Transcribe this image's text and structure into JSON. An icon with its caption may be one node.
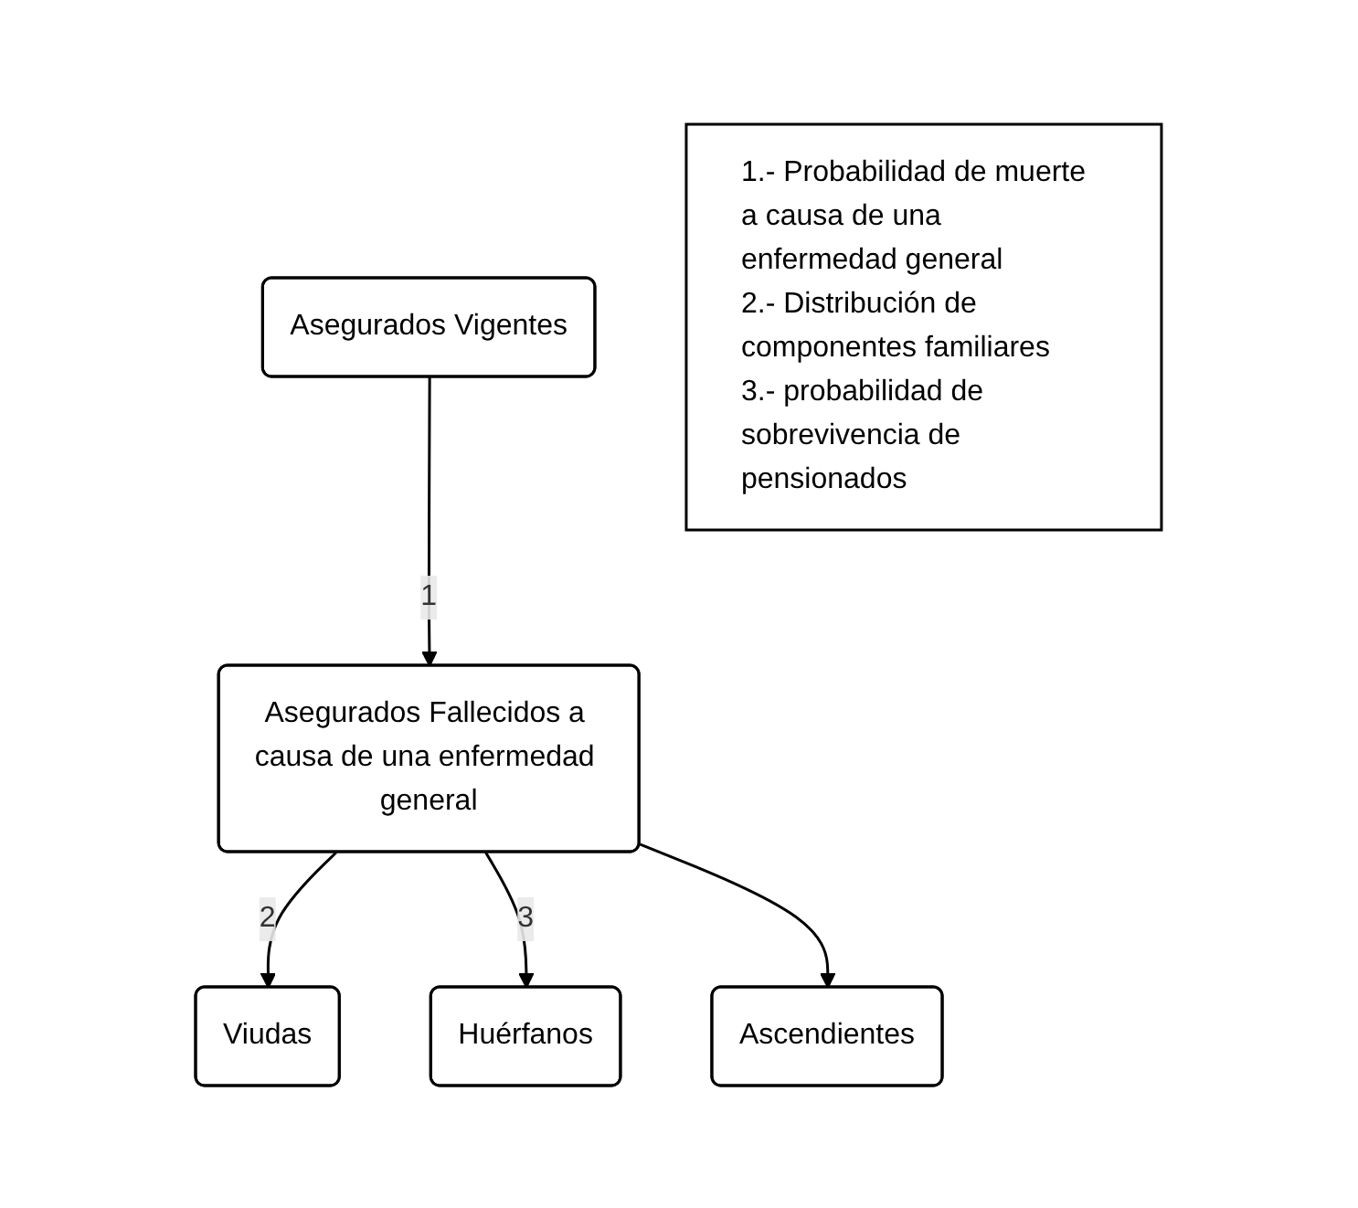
{
  "diagram": {
    "nodes": [
      {
        "text": [
          "Asegurados Vigentes"
        ]
      },
      {
        "text": [
          "Asegurados Fallecidos a causa de una enfermedad general"
        ]
      },
      {
        "text": [
          "Viudas"
        ]
      },
      {
        "text": [
          "Huérfanos"
        ]
      },
      {
        "text": [
          "Ascendientes"
        ]
      },
      {
        "text": [
          "1.- Probabilidad de muerte a causa de una enfermedad general",
          "2.- Distribución de componentes familiares",
          "3.- probabilidad de sobrevivencia de pensionados"
        ]
      }
    ],
    "edges": [
      {
        "from": 0,
        "to": 1,
        "arrow": "to",
        "label": "1"
      },
      {
        "from": 1,
        "to": 2,
        "arrow": "to",
        "label": "2"
      },
      {
        "from": 1,
        "to": 3,
        "arrow": "to",
        "label": "3"
      },
      {
        "from": 1,
        "to": 4,
        "arrow": "to"
      }
    ]
  }
}
